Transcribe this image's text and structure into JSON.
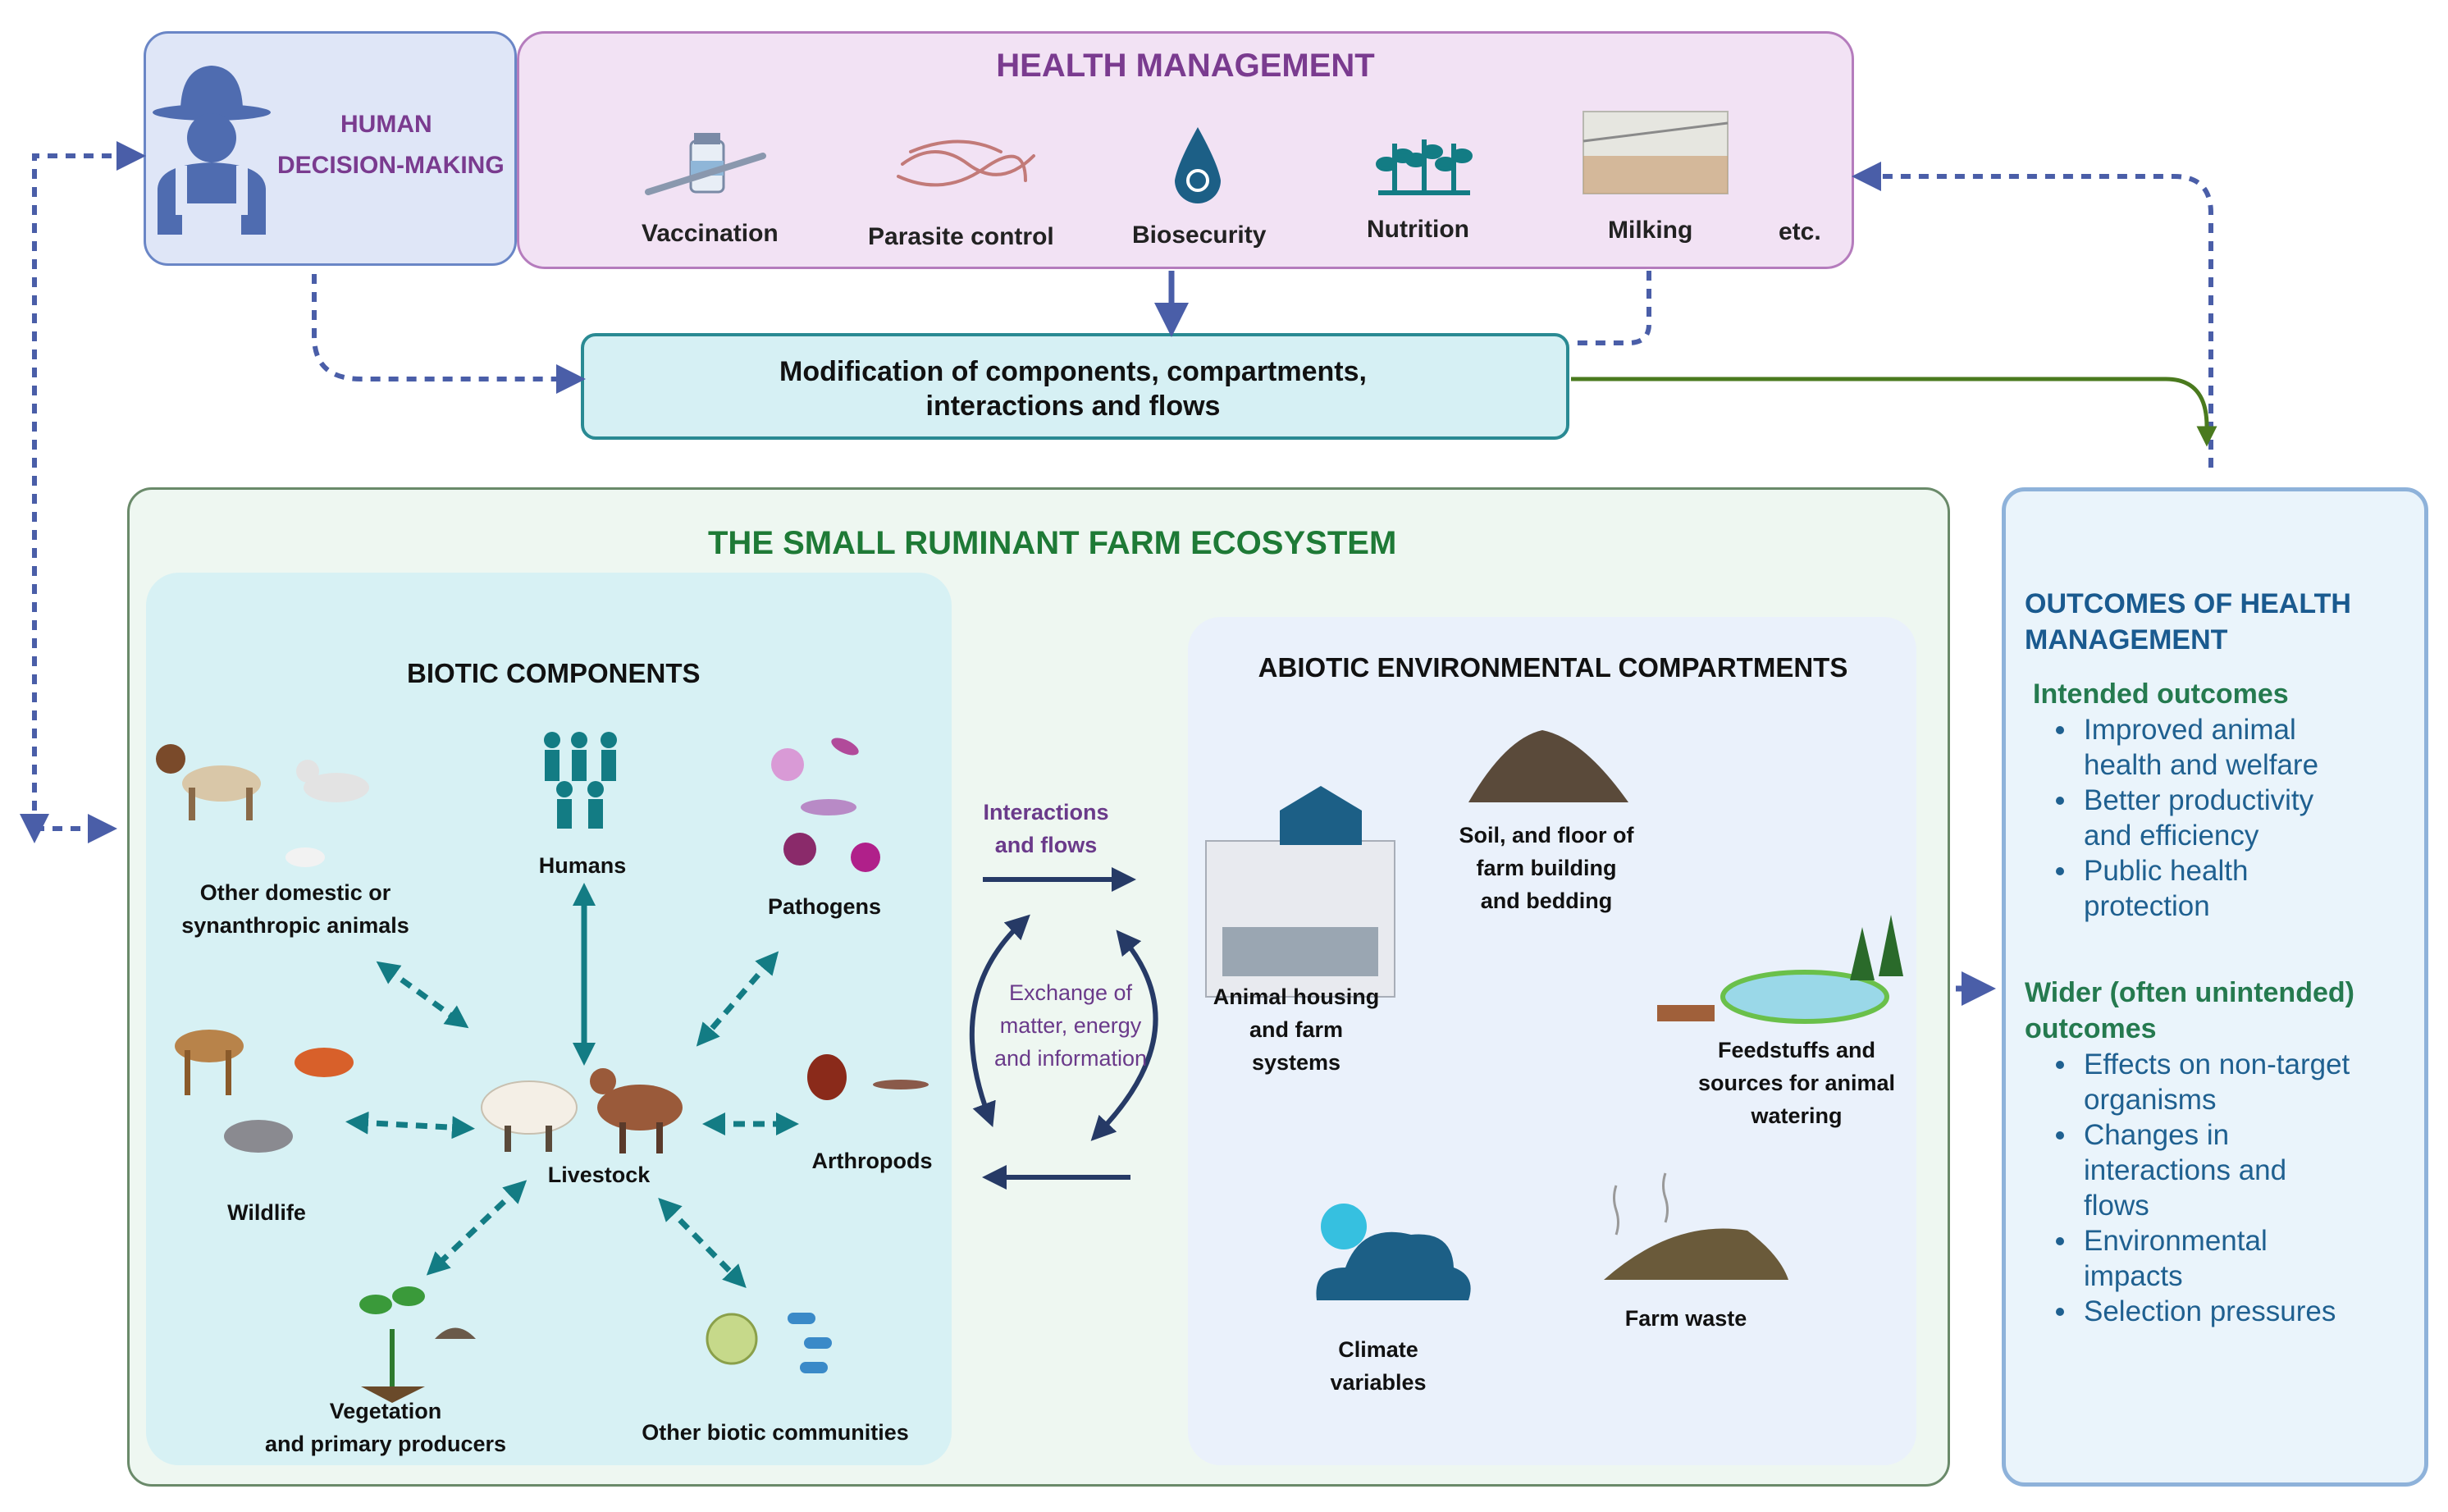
{
  "human": {
    "label_line1": "HUMAN",
    "label_line2": "DECISION-MAKING"
  },
  "health_management": {
    "title": "HEALTH MANAGEMENT",
    "items": [
      {
        "label": "Vaccination",
        "icon": "vaccine-syringe-icon"
      },
      {
        "label": "Parasite control",
        "icon": "parasite-worm-icon"
      },
      {
        "label": "Biosecurity",
        "icon": "biohazard-drop-icon"
      },
      {
        "label": "Nutrition",
        "icon": "plant-crop-icon"
      },
      {
        "label": "Milking",
        "icon": "milking-parlour-icon"
      },
      {
        "label": "etc."
      }
    ]
  },
  "modification": {
    "line1": "Modification of components, compartments,",
    "line2": "interactions and flows"
  },
  "ecosystem": {
    "title": "THE SMALL RUMINANT FARM ECOSYSTEM",
    "biotic": {
      "title": "BIOTIC COMPONENTS",
      "domestic": {
        "line1": "Other domestic or",
        "line2": "synanthropic animals"
      },
      "humans": "Humans",
      "pathogens": "Pathogens",
      "wildlife": "Wildlife",
      "livestock": "Livestock",
      "arthropods": "Arthropods",
      "vegetation": {
        "line1": "Vegetation",
        "line2": "and primary producers"
      },
      "other_biotic": "Other biotic communities"
    },
    "middle": {
      "interactions": {
        "line1": "Interactions",
        "line2": "and flows"
      },
      "exchange": {
        "line1": "Exchange of",
        "line2": "matter, energy",
        "line3": "and information"
      }
    },
    "abiotic": {
      "title": "ABIOTIC ENVIRONMENTAL COMPARTMENTS",
      "housing": {
        "line1": "Animal housing",
        "line2": "and farm",
        "line3": "systems"
      },
      "soil": {
        "line1": "Soil, and floor of",
        "line2": "farm building",
        "line3": "and bedding"
      },
      "feed": {
        "line1": "Feedstuffs and",
        "line2": "sources for animal",
        "line3": "watering"
      },
      "climate": {
        "line1": "Climate",
        "line2": "variables"
      },
      "waste": "Farm waste"
    }
  },
  "outcomes": {
    "title_line1": "OUTCOMES OF  HEALTH",
    "title_line2": "MANAGEMENT",
    "intended_title": "Intended outcomes",
    "intended": [
      [
        "Improved animal",
        "health and welfare"
      ],
      [
        "Better productivity",
        "and efficiency"
      ],
      [
        "Public health",
        "protection"
      ]
    ],
    "wider_title_line1": "Wider (often unintended)",
    "wider_title_line2": "outcomes",
    "wider": [
      [
        "Effects on non-target",
        "organisms"
      ],
      [
        "Changes in",
        "interactions and",
        "flows"
      ],
      [
        "Environmental",
        "impacts"
      ],
      [
        "Selection pressures"
      ]
    ]
  },
  "colors": {
    "health_title": "#7a3b8f",
    "human_label": "#7a3b8f",
    "ecosystem_title": "#1e7a36",
    "teal_arrow": "#137c84",
    "navy_arrow": "#263a66",
    "dashed_blue": "#4a5ea8",
    "green_arrow": "#4a7a1e"
  }
}
